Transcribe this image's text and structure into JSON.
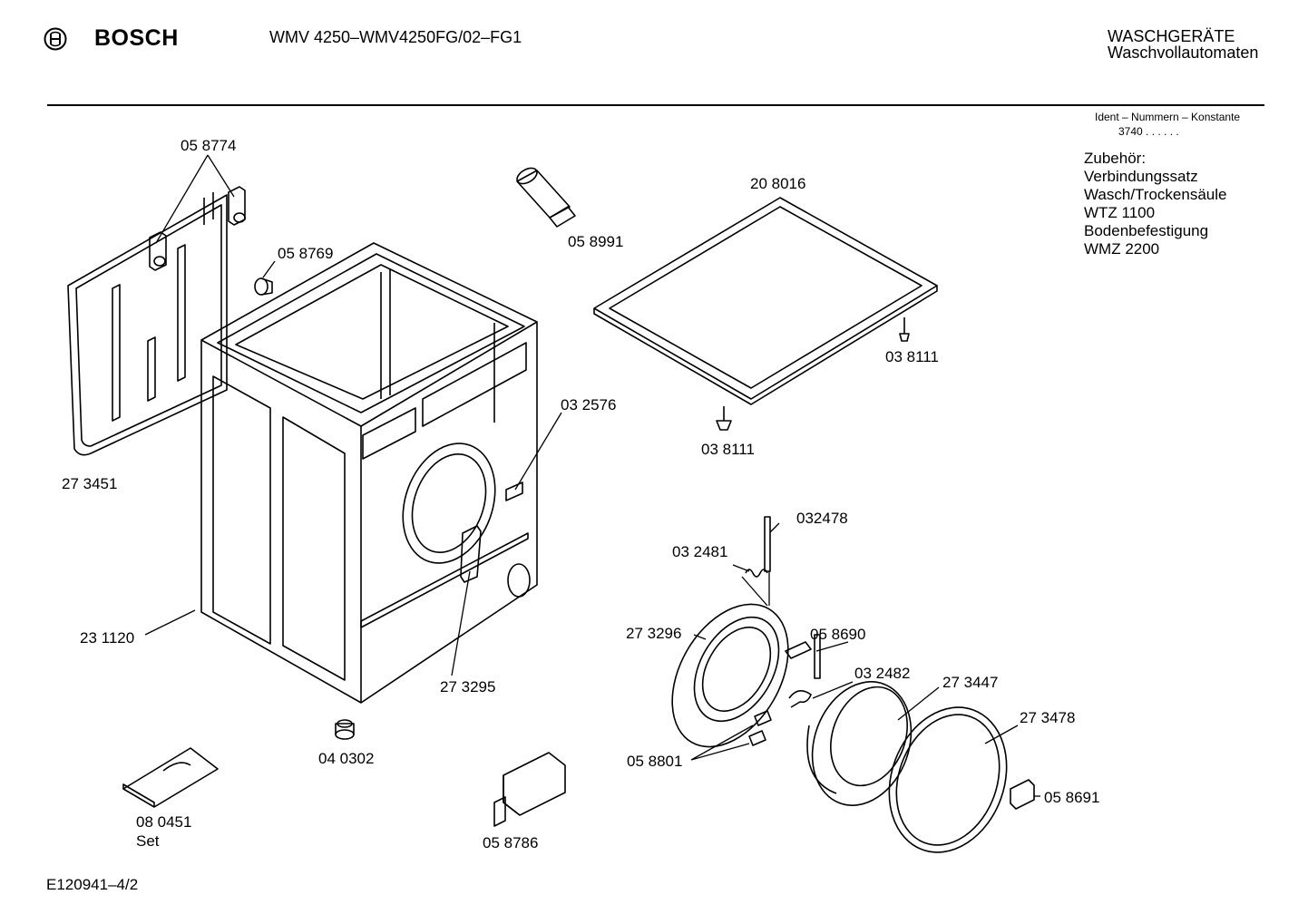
{
  "header": {
    "brand": "BOSCH",
    "model": "WMV 4250–WMV4250FG/02–FG1",
    "category_line1": "WASCHGERÄTE",
    "category_line2": "Waschvollautomaten"
  },
  "ident": {
    "label": "Ident – Nummern – Konstante",
    "value": "3740 . .   . . . ."
  },
  "accessories": [
    "Zubehör:",
    "Verbindungssatz",
    "Wasch/Trockensäule",
    "WTZ 1100",
    "Bodenbefestigung",
    "WMZ 2200"
  ],
  "parts": [
    {
      "id": "p058774",
      "label": "05 8774"
    },
    {
      "id": "p058769",
      "label": "05 8769"
    },
    {
      "id": "p058991",
      "label": "05 8991"
    },
    {
      "id": "p208016",
      "label": "20 8016"
    },
    {
      "id": "p038111a",
      "label": "03  8111"
    },
    {
      "id": "p038111b",
      "label": "03  8111"
    },
    {
      "id": "p032576",
      "label": "03 2576"
    },
    {
      "id": "p273451",
      "label": "27 3451"
    },
    {
      "id": "p032478",
      "label": "032478"
    },
    {
      "id": "p032481",
      "label": "03 2481"
    },
    {
      "id": "p273296",
      "label": "27 3296"
    },
    {
      "id": "p058690",
      "label": "05 8690"
    },
    {
      "id": "p032482",
      "label": "03 2482"
    },
    {
      "id": "p273447",
      "label": "27 3447"
    },
    {
      "id": "p231120",
      "label": "23 1120"
    },
    {
      "id": "p273295",
      "label": "27 3295"
    },
    {
      "id": "p273478",
      "label": "27 3478"
    },
    {
      "id": "p040302",
      "label": "04 0302"
    },
    {
      "id": "p058801",
      "label": "05 8801"
    },
    {
      "id": "p058691",
      "label": "05 8691"
    },
    {
      "id": "p080451",
      "label": "08 0451"
    },
    {
      "id": "p080451set",
      "label": "Set"
    },
    {
      "id": "p058786",
      "label": "05 8786"
    }
  ],
  "footer": "E120941–4/2"
}
